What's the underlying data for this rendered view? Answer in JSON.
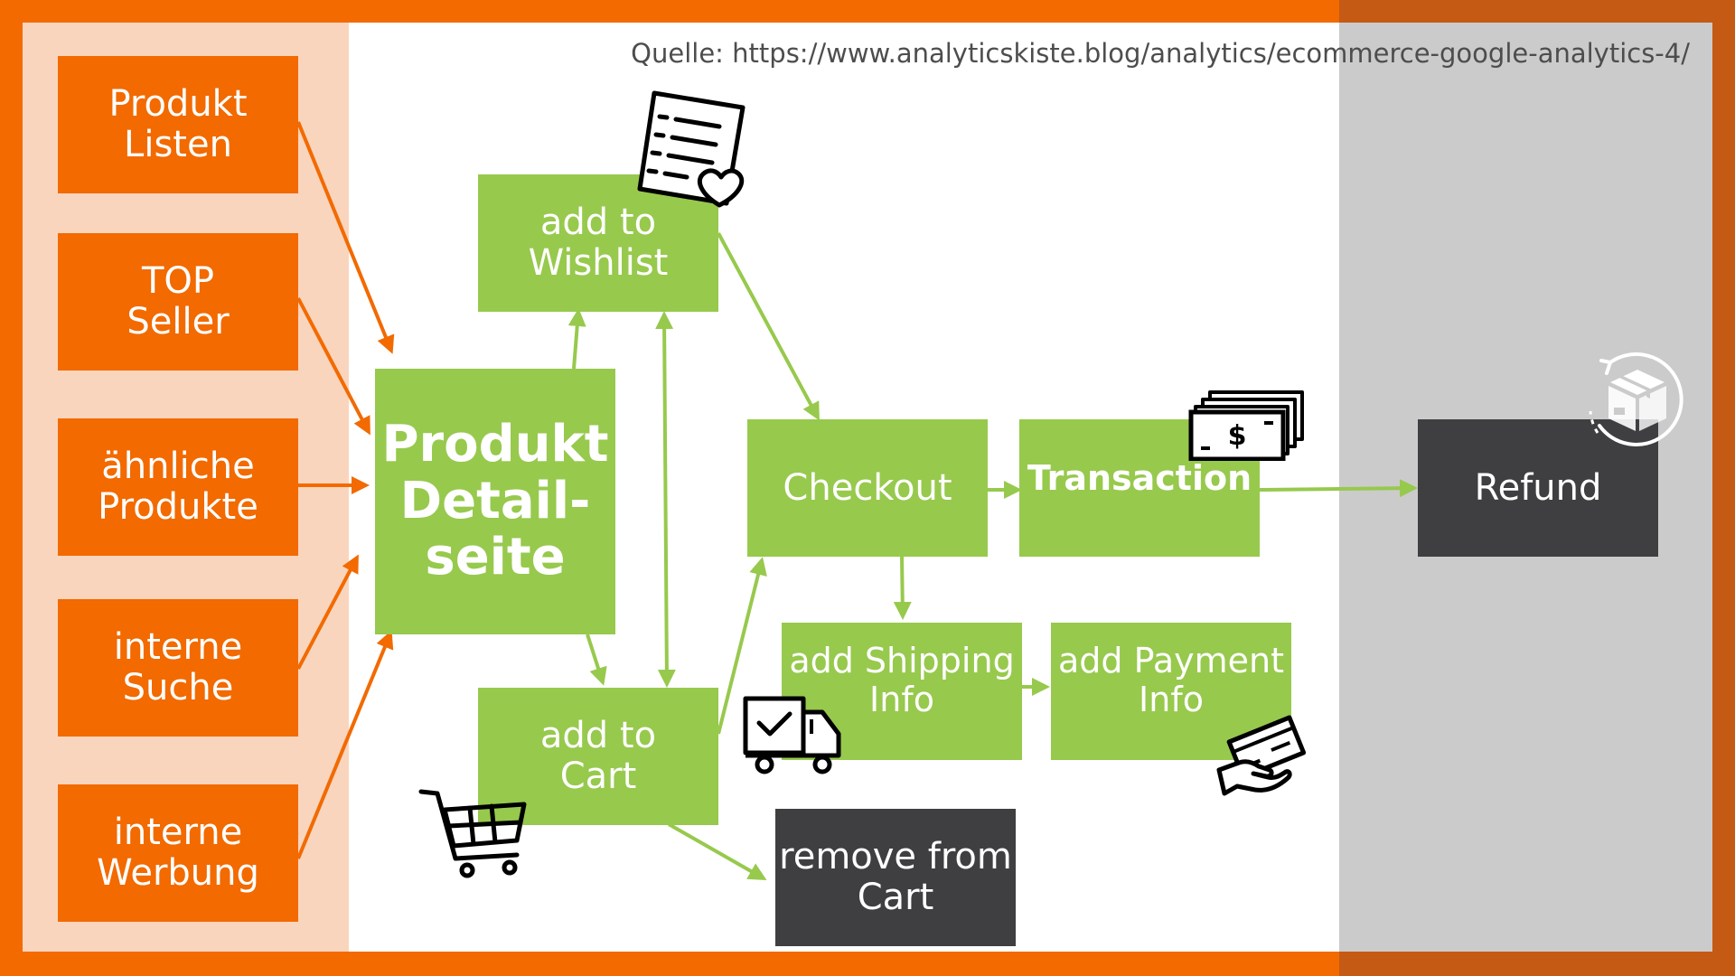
{
  "source": "Quelle: https://www.analyticskiste.blog/analytics/ecommerce-google-analytics-4/",
  "colors": {
    "frame": "#f26a00",
    "left_panel": "#fad5bd",
    "center_panel": "#ffffff",
    "right_panel": "#cbcbcb",
    "green": "#97c94d",
    "orange_arrow": "#f26a00",
    "dark_box": "#3f3f41"
  },
  "sources": {
    "produkt_listen": "Produkt\nListen",
    "top_seller": "TOP\nSeller",
    "aehnliche_produkte": "ähnliche\nProdukte",
    "interne_suche": "interne\nSuche",
    "interne_werbung": "interne\nWerbung"
  },
  "steps": {
    "produkt_detailseite": "Produkt\nDetail-\nseite",
    "add_to_wishlist": "add to\nWishlist",
    "add_to_cart": "add to\nCart",
    "checkout": "Checkout",
    "transaction": "Transaction",
    "add_shipping_info": "add Shipping\nInfo",
    "add_payment_info": "add Payment\nInfo",
    "remove_from_cart": "remove from\nCart",
    "refund": "Refund"
  },
  "icons": [
    "wishlist-icon",
    "shopping-cart-icon",
    "delivery-truck-icon",
    "money-icon",
    "payment-card-icon",
    "refund-box-icon"
  ]
}
